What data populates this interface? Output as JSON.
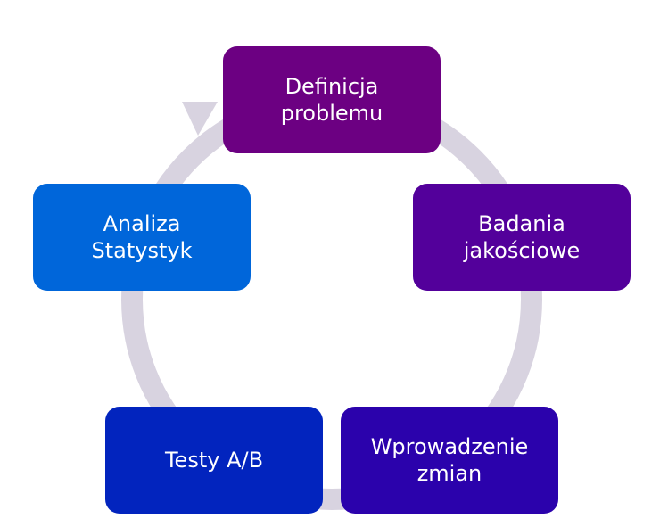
{
  "diagram": {
    "type": "cycle",
    "arrow_color": "#D8D3E0",
    "steps": [
      {
        "lines": [
          "Definicja",
          "problemu"
        ],
        "color": "#6C0082"
      },
      {
        "lines": [
          "Badania",
          "jakościowe"
        ],
        "color": "#53009B"
      },
      {
        "lines": [
          "Wprowadzenie",
          "zmian"
        ],
        "color": "#2B02AC"
      },
      {
        "lines": [
          "Testy A/B"
        ],
        "color": "#0224BE"
      },
      {
        "lines": [
          "Analiza",
          "Statystyk"
        ],
        "color": "#0066DA"
      }
    ]
  }
}
